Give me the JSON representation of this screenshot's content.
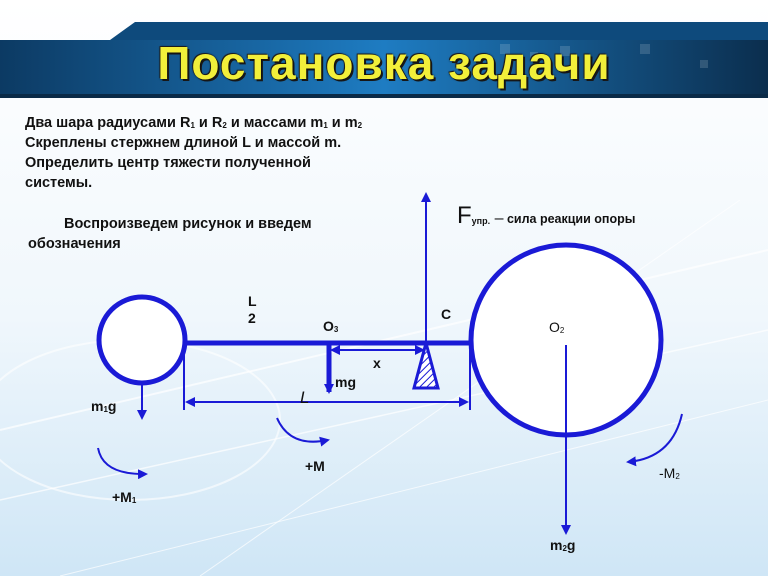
{
  "title": "Постановка задачи",
  "problem": {
    "line1_pre": "Два шара радиусами R",
    "line1_s1": "1",
    "line1_mid1": " и R",
    "line1_s2": "2",
    "line1_mid2": "  и массами m",
    "line1_s3": "1",
    "line1_mid3": " и m",
    "line1_s4": "2",
    "line2": "Скреплены стержнем длиной L и массой m.",
    "line3": "Определить центр тяжести полученной",
    "line4": "системы."
  },
  "note": {
    "line1": "Воспроизведем рисунок и введем",
    "line2": "обозначения"
  },
  "reaction": {
    "F": "F",
    "F_sub": "упр.",
    "dash": " –",
    "desc": " сила реакции опоры"
  },
  "labels": {
    "L_half_top": "L",
    "L_half_bottom": "2",
    "O3": "O",
    "O3_sub": "3",
    "C": "C",
    "O2": "O",
    "O2_sub": "2",
    "x": "x",
    "mg": "mg",
    "m1g_pre": "m",
    "m1g_sub": "1",
    "m1g_post": "g",
    "L": "L",
    "plusM": "+M",
    "plusM1": "+M",
    "plusM1_sub": "1",
    "minusM2": "-M",
    "minusM2_sub": "2",
    "m2g_pre": "m",
    "m2g_sub": "2",
    "m2g_post": "g"
  },
  "colors": {
    "diagram_blue": "#1a1ad6",
    "title_yellow": "#f2ef3a"
  }
}
